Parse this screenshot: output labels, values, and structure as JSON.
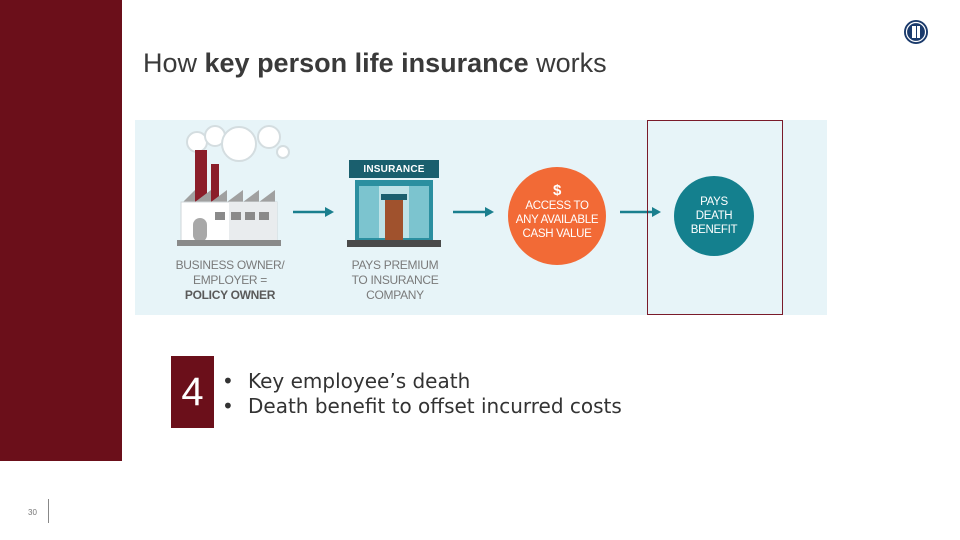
{
  "slide": {
    "title_pre": "How ",
    "title_bold": "key person life insurance",
    "title_post": " works",
    "page_number": "30"
  },
  "graphic": {
    "store_sign": "INSURANCE",
    "policy_owner": {
      "line1": "BUSINESS OWNER/",
      "line2": "EMPLOYER =",
      "line3": "POLICY OWNER"
    },
    "pays_premium": {
      "line1": "PAYS PREMIUM",
      "line2": "TO INSURANCE",
      "line3": "COMPANY"
    },
    "cash_value": {
      "symbol": "$",
      "line1": "ACCESS TO",
      "line2": "ANY AVAILABLE",
      "line3": "CASH VALUE"
    },
    "death_benefit": {
      "line1": "PAYS",
      "line2": "DEATH",
      "line3": "BENEFIT"
    }
  },
  "step": {
    "number": "4",
    "bullet_symbol": "•",
    "bullets": [
      "Key employee’s death",
      "Death benefit to offset incurred costs"
    ]
  },
  "colors": {
    "maroon": "#6b0f1a",
    "orange": "#f26a36",
    "teal": "#14808e",
    "navy": "#1a3a6b",
    "panel": "#e7f4f8"
  }
}
